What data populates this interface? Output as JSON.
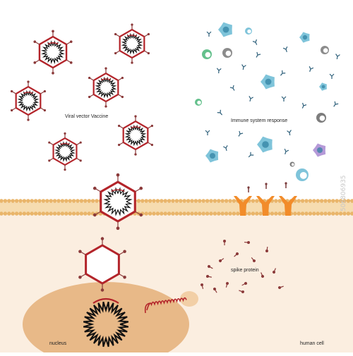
{
  "labels": {
    "vaccine": "Viral vector Vaccine",
    "immune": "Immune system response",
    "spike": "spike protein",
    "nucleus": "nucleus",
    "cell": "human cell"
  },
  "watermark": {
    "stock_id": "506806935"
  },
  "colors": {
    "capsid": "#b3242a",
    "spikes": "#8b3a3a",
    "membrane": "#e9b56a",
    "cytoplasm": "#fbeee0",
    "nucleus": "#e8b988",
    "receptor": "#f28c2a",
    "immune_teal": "#7fc4da",
    "immune_green": "#64c08c",
    "immune_purple": "#b59ad8"
  }
}
